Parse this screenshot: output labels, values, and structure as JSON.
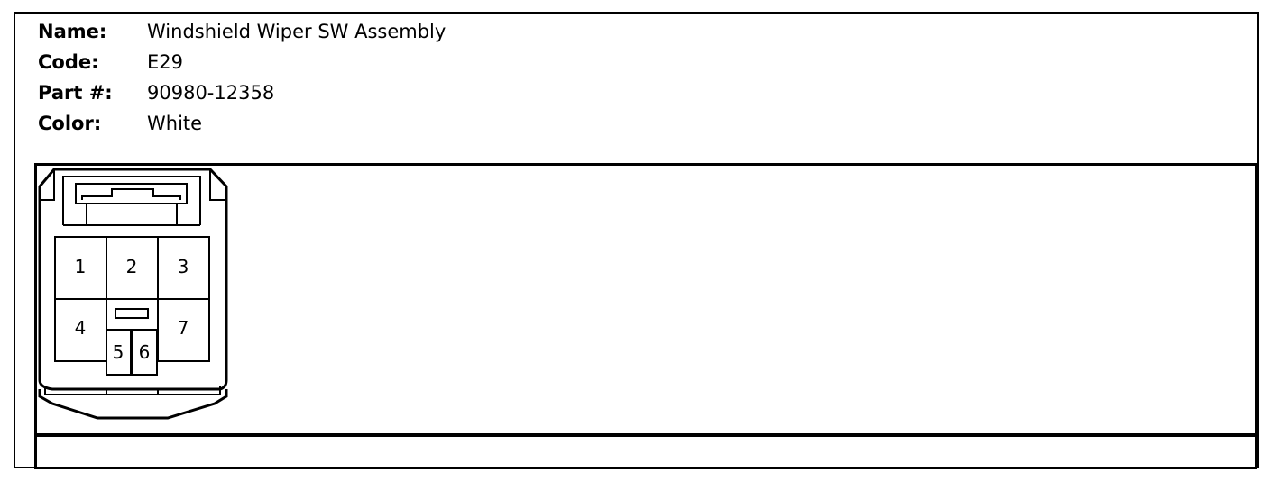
{
  "connector": {
    "name_label": "Name:",
    "name_value": "Windshield Wiper SW Assembly",
    "code_label": "Code:",
    "code_value": "E29",
    "part_label": "Part #:",
    "part_value": "90980-12358",
    "color_label": "Color:",
    "color_value": "White"
  },
  "pins": [
    "1",
    "2",
    "3",
    "4",
    "5",
    "6",
    "7"
  ]
}
